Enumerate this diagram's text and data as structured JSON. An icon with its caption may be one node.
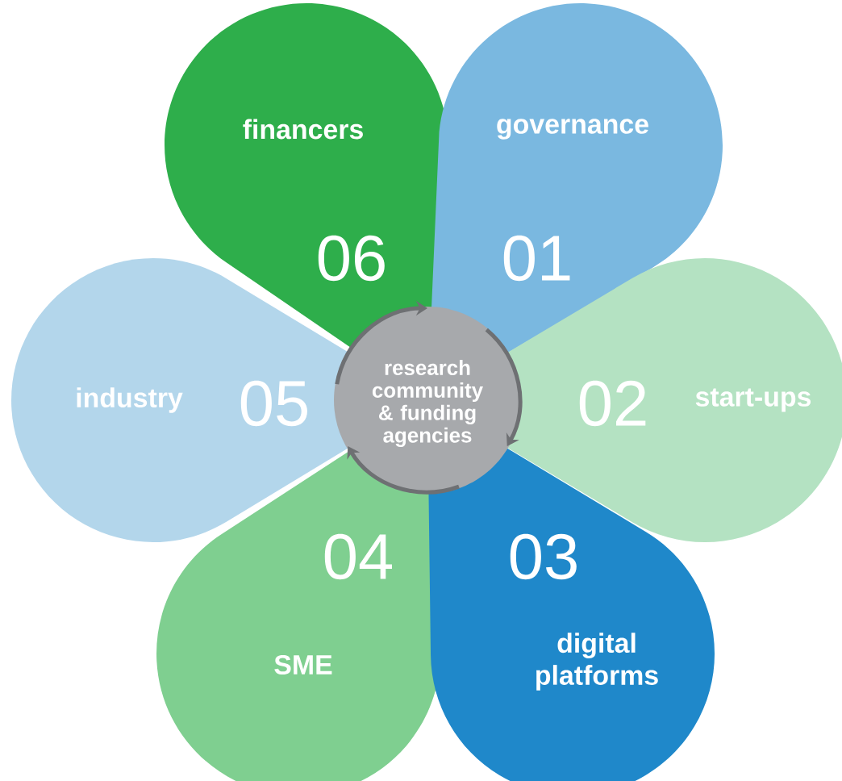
{
  "diagram": {
    "nodes": [
      {
        "text": [
          "financers",
          "06"
        ]
      },
      {
        "text": [
          "governance",
          "01"
        ]
      },
      {
        "text": [
          "industry",
          "05"
        ]
      },
      {
        "text": [
          "research community & funding agencies"
        ]
      },
      {
        "text": [
          "02",
          "start-ups"
        ]
      },
      {
        "text": [
          "04",
          "SME"
        ]
      },
      {
        "text": [
          "03",
          "digital platforms"
        ]
      }
    ]
  }
}
